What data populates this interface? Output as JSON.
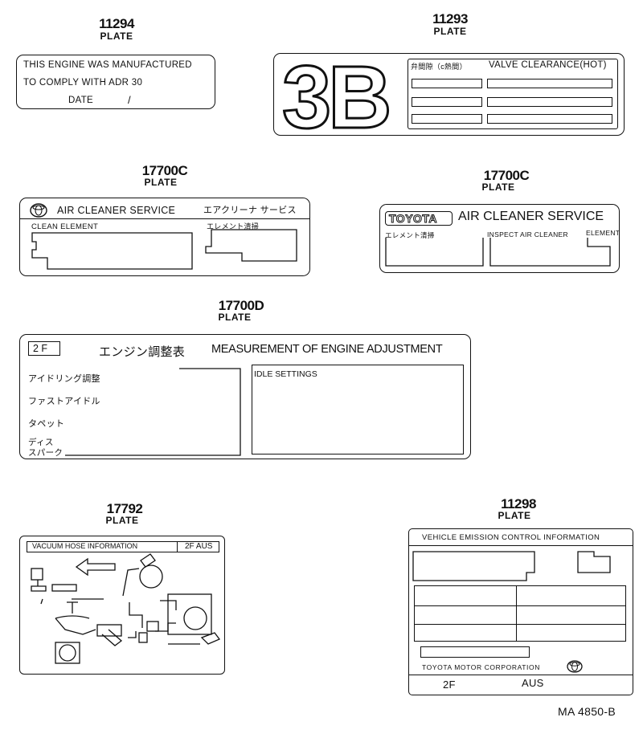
{
  "plates": {
    "p11294": {
      "num": "11294",
      "plate": "PLATE",
      "l1": "THIS ENGINE WAS MANUFACTURED",
      "l2": "TO COMPLY WITH ADR 30",
      "date": "DATE",
      "slash": "/"
    },
    "p11293": {
      "num": "11293",
      "plate": "PLATE",
      "big": "3B",
      "jp": "弁間隙（c熱間）",
      "title": "VALVE CLEARANCE(HOT)"
    },
    "p17700c_a": {
      "num": "17700C",
      "plate": "PLATE",
      "title": "AIR CLEANER SERVICE",
      "jp": "エアクリーナ サービス",
      "clean": "CLEAN ELEMENT",
      "elem_jp": "エレメント清掃"
    },
    "p17700c_b": {
      "num": "17700C",
      "plate": "PLATE",
      "brand": "TOYOTA",
      "title": "AIR CLEANER SERVICE",
      "elem_jp": "エレメント清掃",
      "inspect": "INSPECT AIR CLEANER",
      "element": "ELEMENT"
    },
    "p17700d": {
      "num": "17700D",
      "plate": "PLATE",
      "code": "2 F",
      "jp_title": "エンジン調整表",
      "title": "MEASUREMENT OF ENGINE ADJUSTMENT",
      "r1": "アイドリング調整",
      "r2": "ファストアイドル",
      "r3": "タペット",
      "r4": "ディス",
      "r5": "スパーク",
      "idle": "IDLE SETTINGS"
    },
    "p17792": {
      "num": "17792",
      "plate": "PLATE",
      "title": "VACUUM HOSE INFORMATION",
      "code": "2F AUS"
    },
    "p11298": {
      "num": "11298",
      "plate": "PLATE",
      "title": "VEHICLE EMISSION CONTROL INFORMATION",
      "corp": "TOYOTA MOTOR CORPORATION",
      "code": "2F",
      "country": "AUS"
    }
  },
  "footer": {
    "ref": "MA 4850-B"
  },
  "icons": {
    "toyota_logo": "toyota-emblem-icon"
  }
}
